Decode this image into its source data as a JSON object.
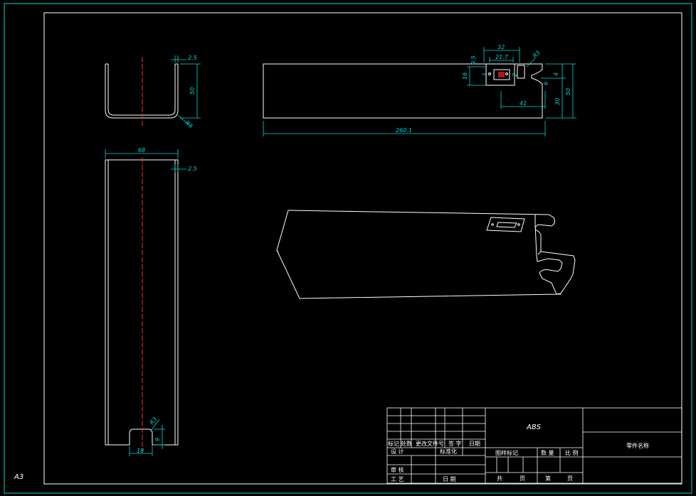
{
  "sheet": {
    "size_label": "A3"
  },
  "dimensions": {
    "top_thickness": "2.5",
    "top_height": "50",
    "top_radius": "R5",
    "front_width": "68",
    "front_thickness": "2.5",
    "front_radius": "R3",
    "front_slot_width": "18",
    "front_slot_depth": "9",
    "side_length": "260.1",
    "side_height": "50",
    "side_d32": "32",
    "side_d217": "21.7",
    "side_r3": "R3",
    "side_d95": "9.5",
    "side_d16": "16",
    "side_d1": "1",
    "side_d2": "2",
    "side_d41": "41",
    "side_d30": "30",
    "side_d6": "6",
    "side_d4": "4"
  },
  "title_block": {
    "material": "ABS",
    "part_name": "零件名称",
    "rev_marker": "标记",
    "rev_count": "处数",
    "rev_doc": "更改文件号",
    "rev_sign": "签 字",
    "rev_date": "日期",
    "designer": "设 计",
    "standardize": "标准化",
    "reviewer": "审 核",
    "process": "工 艺",
    "date": "日 期",
    "drawing_mark": "图样标记",
    "quantity": "数 量",
    "scale": "比 例",
    "total": "共",
    "pages": "页",
    "sheet_no": "第",
    "page": "页"
  }
}
